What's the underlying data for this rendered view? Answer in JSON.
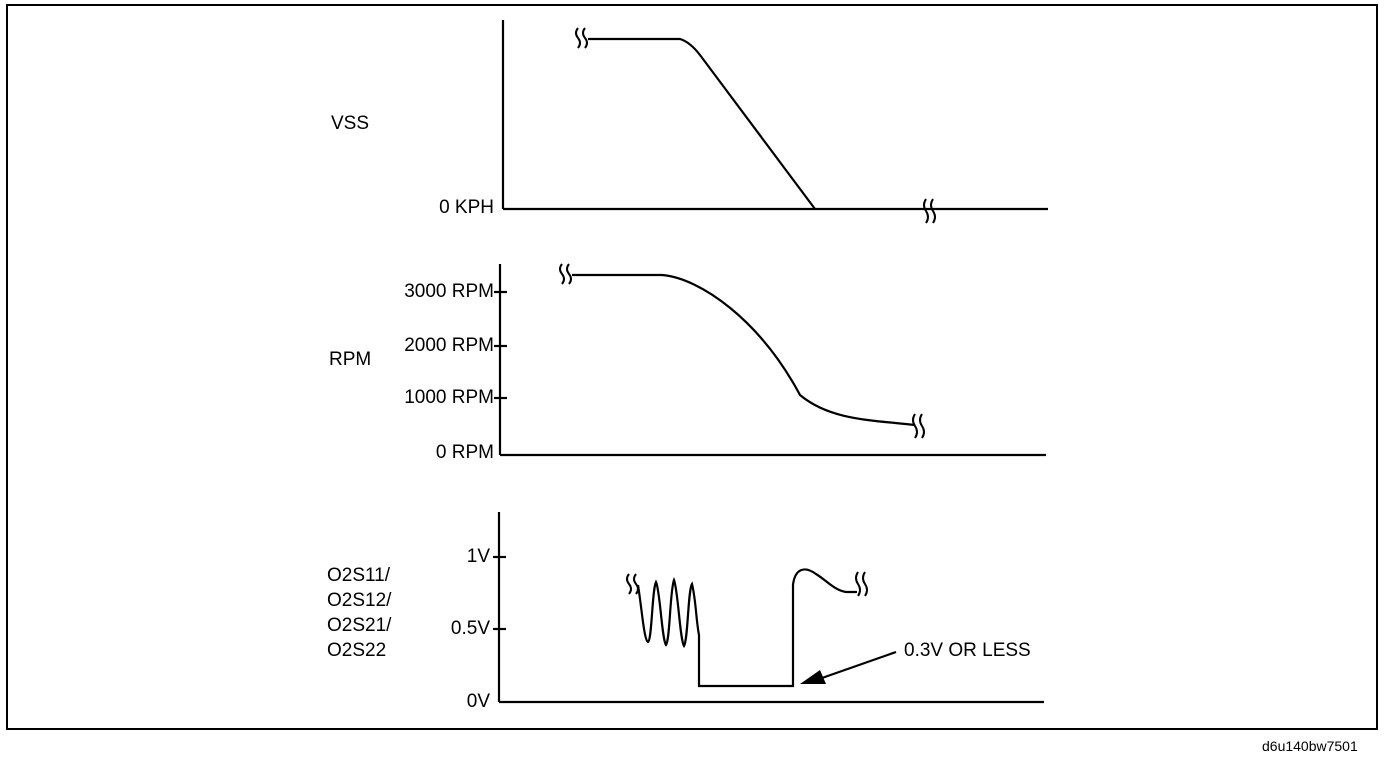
{
  "vss_panel": {
    "signal_label": "VSS",
    "zero_label": "0 KPH"
  },
  "rpm_panel": {
    "signal_label": "RPM",
    "ticks": [
      "3000 RPM",
      "2000 RPM",
      "1000 RPM",
      "0 RPM"
    ]
  },
  "o2s_panel": {
    "signal_label_lines": [
      "O2S11/",
      "O2S12/",
      "O2S21/",
      "O2S22"
    ],
    "ticks": [
      "1V",
      "0.5V",
      "0V"
    ],
    "annotation": "0.3V OR LESS"
  },
  "figure_id": "d6u140bw7501"
}
